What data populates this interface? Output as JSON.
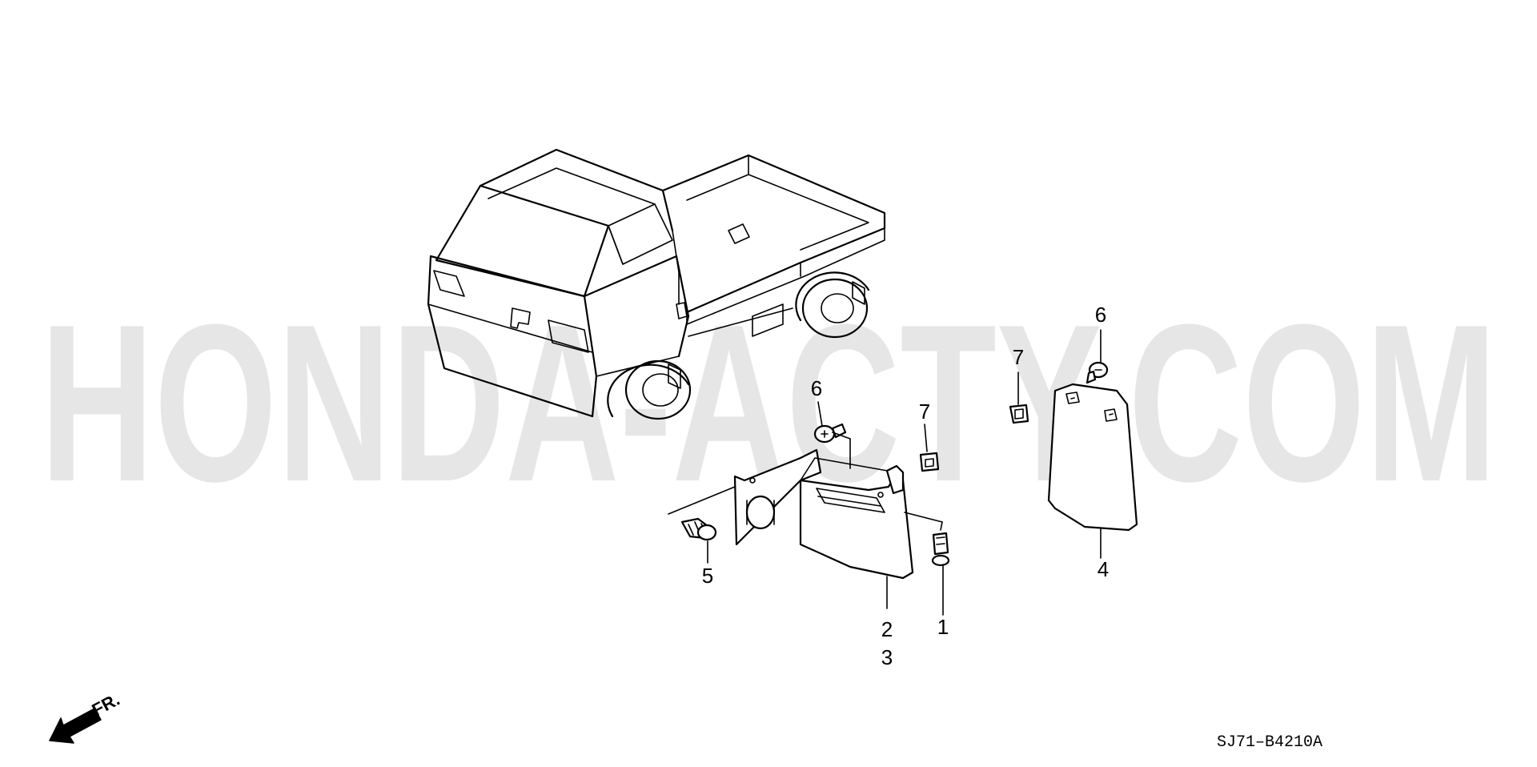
{
  "watermark": "HONDA-ACTY.COM",
  "direction_label": "FR.",
  "diagram_code": "SJ71–B4210A",
  "callouts": {
    "c1": "1",
    "c2": "2",
    "c3": "3",
    "c4": "4",
    "c5": "5",
    "c6a": "6",
    "c6b": "6",
    "c7a": "7",
    "c7b": "7"
  }
}
